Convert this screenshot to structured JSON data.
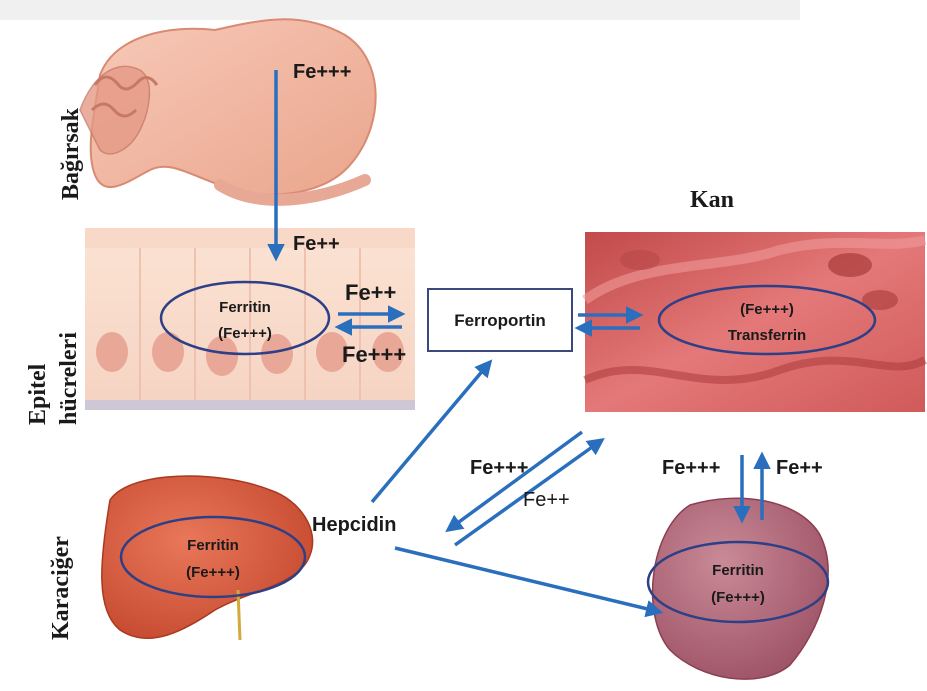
{
  "labels": {
    "bagirsak": "Bağırsak",
    "epitel_line1": "Epitel",
    "epitel_line2": "hücreleri",
    "karaciger": "Karaciğer",
    "kan": "Kan"
  },
  "flow_labels": {
    "fe3_intestine": "Fe+++",
    "fe2_entry": "Fe++",
    "fe2_to_ferroportin": "Fe++",
    "fe3_from_ferroportin": "Fe+++",
    "fe3_liver_blood": "Fe+++",
    "fe2_liver_blood": "Fe++",
    "fe3_spleen_in": "Fe+++",
    "fe2_spleen_out": "Fe++"
  },
  "boxes": {
    "ferroportin": "Ferroportin",
    "hepcidin": "Hepcidin"
  },
  "ellipses": {
    "epithelial_line1": "Ferritin",
    "epithelial_line2": "(Fe+++)",
    "transferrin_line1": "(Fe+++)",
    "transferrin_line2": "Transferrin",
    "liver_line1": "Ferritin",
    "liver_line2": "(Fe+++)",
    "spleen_line1": "Ferritin",
    "spleen_line2": "(Fe+++)"
  },
  "colors": {
    "arrow": "#2a6fbe",
    "ellipse_stroke": "#2d3f86",
    "box_stroke": "#3b4a7a",
    "text": "#1a1a1a"
  }
}
